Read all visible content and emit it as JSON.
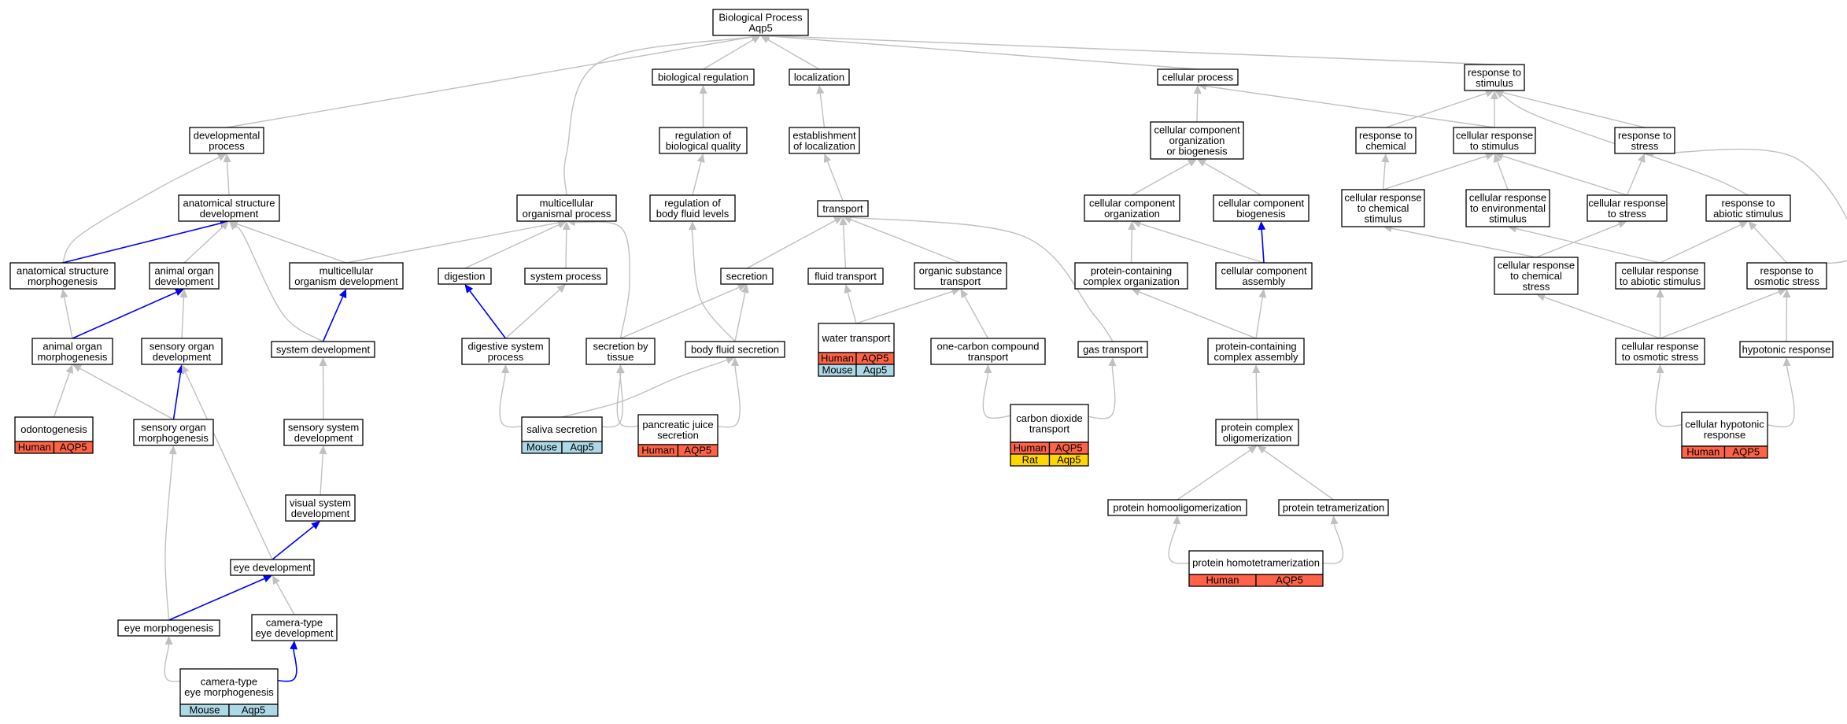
{
  "colors": {
    "gray_edge": "#c0c0c0",
    "blue_edge": "#0000ff",
    "human": "#ff6347",
    "mouse": "#add8e6",
    "rat": "#ffd700"
  },
  "nodes": [
    {
      "id": "bp",
      "lines": [
        "Biological Process",
        "Aqp5"
      ]
    },
    {
      "id": "biological-regulation",
      "lines": [
        "biological regulation"
      ]
    },
    {
      "id": "localization",
      "lines": [
        "localization"
      ]
    },
    {
      "id": "cellular-process",
      "lines": [
        "cellular process"
      ]
    },
    {
      "id": "response-to-stimulus",
      "lines": [
        "response to",
        "stimulus"
      ]
    },
    {
      "id": "developmental-process",
      "lines": [
        "developmental",
        "process"
      ]
    },
    {
      "id": "regulation-of-biological-quality",
      "lines": [
        "regulation of",
        "biological quality"
      ]
    },
    {
      "id": "establishment-of-localization",
      "lines": [
        "establishment",
        "of localization"
      ]
    },
    {
      "id": "ccob",
      "lines": [
        "cellular component",
        "organization",
        "or biogenesis"
      ]
    },
    {
      "id": "response-to-chemical",
      "lines": [
        "response to",
        "chemical"
      ]
    },
    {
      "id": "cellular-response-to-stimulus",
      "lines": [
        "cellular response",
        "to stimulus"
      ]
    },
    {
      "id": "response-to-stress",
      "lines": [
        "response to",
        "stress"
      ]
    },
    {
      "id": "anatomical-structure-development",
      "lines": [
        "anatomical structure",
        "development"
      ]
    },
    {
      "id": "multicellular-organismal-process",
      "lines": [
        "multicellular",
        "organismal process"
      ]
    },
    {
      "id": "regulation-of-body-fluid-levels",
      "lines": [
        "regulation of",
        "body fluid levels"
      ]
    },
    {
      "id": "transport",
      "lines": [
        "transport"
      ]
    },
    {
      "id": "cellular-component-organization",
      "lines": [
        "cellular component",
        "organization"
      ]
    },
    {
      "id": "cellular-component-biogenesis",
      "lines": [
        "cellular component",
        "biogenesis"
      ]
    },
    {
      "id": "cellular-response-to-chemical-stimulus",
      "lines": [
        "cellular response",
        "to chemical",
        "stimulus"
      ]
    },
    {
      "id": "cellular-response-to-environmental-stimulus",
      "lines": [
        "cellular response",
        "to environmental",
        "stimulus"
      ]
    },
    {
      "id": "cellular-response-to-stress",
      "lines": [
        "cellular response",
        "to stress"
      ]
    },
    {
      "id": "response-to-abiotic-stimulus",
      "lines": [
        "response to",
        "abiotic stimulus"
      ]
    },
    {
      "id": "anatomical-structure-morphogenesis",
      "lines": [
        "anatomical structure",
        "morphogenesis"
      ]
    },
    {
      "id": "animal-organ-development",
      "lines": [
        "animal organ",
        "development"
      ]
    },
    {
      "id": "multicellular-organism-development",
      "lines": [
        "multicellular",
        "organism development"
      ]
    },
    {
      "id": "digestion",
      "lines": [
        "digestion"
      ]
    },
    {
      "id": "system-process",
      "lines": [
        "system process"
      ]
    },
    {
      "id": "secretion",
      "lines": [
        "secretion"
      ]
    },
    {
      "id": "fluid-transport",
      "lines": [
        "fluid transport"
      ]
    },
    {
      "id": "organic-substance-transport",
      "lines": [
        "organic substance",
        "transport"
      ]
    },
    {
      "id": "protein-containing-complex-organization",
      "lines": [
        "protein-containing",
        "complex organization"
      ]
    },
    {
      "id": "cellular-component-assembly",
      "lines": [
        "cellular component",
        "assembly"
      ]
    },
    {
      "id": "cellular-response-to-chemical-stress",
      "lines": [
        "cellular response",
        "to chemical",
        "stress"
      ]
    },
    {
      "id": "cellular-response-to-abiotic-stimulus",
      "lines": [
        "cellular response",
        "to abiotic stimulus"
      ]
    },
    {
      "id": "response-to-osmotic-stress",
      "lines": [
        "response to",
        "osmotic stress"
      ]
    },
    {
      "id": "animal-organ-morphogenesis",
      "lines": [
        "animal organ",
        "morphogenesis"
      ]
    },
    {
      "id": "sensory-organ-development",
      "lines": [
        "sensory organ",
        "development"
      ]
    },
    {
      "id": "system-development",
      "lines": [
        "system development"
      ]
    },
    {
      "id": "digestive-system-process",
      "lines": [
        "digestive system",
        "process"
      ]
    },
    {
      "id": "secretion-by-tissue",
      "lines": [
        "secretion by",
        "tissue"
      ]
    },
    {
      "id": "body-fluid-secretion",
      "lines": [
        "body fluid secretion"
      ]
    },
    {
      "id": "water-transport",
      "lines": [
        "water transport"
      ],
      "genes": [
        {
          "species": "Human",
          "gene": "AQP5",
          "color": "human"
        },
        {
          "species": "Mouse",
          "gene": "Aqp5",
          "color": "mouse"
        }
      ]
    },
    {
      "id": "one-carbon-compound-transport",
      "lines": [
        "one-carbon compound",
        "transport"
      ]
    },
    {
      "id": "gas-transport",
      "lines": [
        "gas transport"
      ]
    },
    {
      "id": "protein-containing-complex-assembly",
      "lines": [
        "protein-containing",
        "complex assembly"
      ]
    },
    {
      "id": "cellular-response-to-osmotic-stress",
      "lines": [
        "cellular response",
        "to osmotic stress"
      ]
    },
    {
      "id": "hypotonic-response",
      "lines": [
        "hypotonic response"
      ]
    },
    {
      "id": "odontogenesis",
      "lines": [
        "odontogenesis"
      ],
      "genes": [
        {
          "species": "Human",
          "gene": "AQP5",
          "color": "human"
        }
      ]
    },
    {
      "id": "sensory-organ-morphogenesis",
      "lines": [
        "sensory organ",
        "morphogenesis"
      ]
    },
    {
      "id": "sensory-system-development",
      "lines": [
        "sensory system",
        "development"
      ]
    },
    {
      "id": "saliva-secretion",
      "lines": [
        "saliva secretion"
      ],
      "genes": [
        {
          "species": "Mouse",
          "gene": "Aqp5",
          "color": "mouse"
        }
      ]
    },
    {
      "id": "pancreatic-juice-secretion",
      "lines": [
        "pancreatic juice",
        "secretion"
      ],
      "genes": [
        {
          "species": "Human",
          "gene": "AQP5",
          "color": "human"
        }
      ]
    },
    {
      "id": "carbon-dioxide-transport",
      "lines": [
        "carbon dioxide",
        "transport"
      ],
      "genes": [
        {
          "species": "Human",
          "gene": "AQP5",
          "color": "human"
        },
        {
          "species": "Rat",
          "gene": "Aqp5",
          "color": "rat"
        }
      ]
    },
    {
      "id": "protein-complex-oligomerization",
      "lines": [
        "protein complex",
        "oligomerization"
      ]
    },
    {
      "id": "cellular-hypotonic-response",
      "lines": [
        "cellular hypotonic",
        "response"
      ],
      "genes": [
        {
          "species": "Human",
          "gene": "AQP5",
          "color": "human"
        }
      ]
    },
    {
      "id": "visual-system-development",
      "lines": [
        "visual system",
        "development"
      ]
    },
    {
      "id": "eye-development",
      "lines": [
        "eye development"
      ]
    },
    {
      "id": "protein-homooligomerization",
      "lines": [
        "protein homooligomerization"
      ]
    },
    {
      "id": "protein-tetramerization",
      "lines": [
        "protein tetramerization"
      ]
    },
    {
      "id": "protein-homotetramerization",
      "lines": [
        "protein homotetramerization"
      ],
      "genes": [
        {
          "species": "Human",
          "gene": "AQP5",
          "color": "human"
        }
      ]
    },
    {
      "id": "eye-morphogenesis",
      "lines": [
        "eye morphogenesis"
      ]
    },
    {
      "id": "camera-type-eye-development",
      "lines": [
        "camera-type",
        "eye development"
      ]
    },
    {
      "id": "camera-type-eye-morphogenesis",
      "lines": [
        "camera-type",
        "eye morphogenesis"
      ],
      "genes": [
        {
          "species": "Mouse",
          "gene": "Aqp5",
          "color": "mouse"
        }
      ]
    }
  ],
  "edges": [
    {
      "from": "biological-regulation",
      "to": "bp",
      "kind": "is_a"
    },
    {
      "from": "localization",
      "to": "bp",
      "kind": "is_a"
    },
    {
      "from": "cellular-process",
      "to": "bp",
      "kind": "is_a"
    },
    {
      "from": "response-to-stimulus",
      "to": "bp",
      "kind": "is_a"
    },
    {
      "from": "developmental-process",
      "to": "bp",
      "kind": "is_a"
    },
    {
      "from": "multicellular-organismal-process",
      "to": "bp",
      "kind": "is_a"
    },
    {
      "from": "regulation-of-biological-quality",
      "to": "biological-regulation",
      "kind": "is_a"
    },
    {
      "from": "establishment-of-localization",
      "to": "localization",
      "kind": "is_a"
    },
    {
      "from": "ccob",
      "to": "cellular-process",
      "kind": "is_a"
    },
    {
      "from": "cellular-response-to-stimulus",
      "to": "cellular-process",
      "kind": "is_a"
    },
    {
      "from": "response-to-chemical",
      "to": "response-to-stimulus",
      "kind": "is_a"
    },
    {
      "from": "cellular-response-to-stimulus",
      "to": "response-to-stimulus",
      "kind": "is_a"
    },
    {
      "from": "response-to-stress",
      "to": "response-to-stimulus",
      "kind": "is_a"
    },
    {
      "from": "response-to-abiotic-stimulus",
      "to": "response-to-stimulus",
      "kind": "is_a"
    },
    {
      "from": "anatomical-structure-development",
      "to": "developmental-process",
      "kind": "is_a"
    },
    {
      "from": "anatomical-structure-morphogenesis",
      "to": "developmental-process",
      "kind": "is_a"
    },
    {
      "from": "regulation-of-body-fluid-levels",
      "to": "regulation-of-biological-quality",
      "kind": "is_a"
    },
    {
      "from": "transport",
      "to": "establishment-of-localization",
      "kind": "is_a"
    },
    {
      "from": "cellular-component-organization",
      "to": "ccob",
      "kind": "is_a"
    },
    {
      "from": "cellular-component-biogenesis",
      "to": "ccob",
      "kind": "is_a"
    },
    {
      "from": "cellular-response-to-chemical-stimulus",
      "to": "cellular-response-to-stimulus",
      "kind": "is_a"
    },
    {
      "from": "cellular-response-to-environmental-stimulus",
      "to": "cellular-response-to-stimulus",
      "kind": "is_a"
    },
    {
      "from": "cellular-response-to-stress",
      "to": "cellular-response-to-stimulus",
      "kind": "is_a"
    },
    {
      "from": "cellular-response-to-chemical-stimulus",
      "to": "response-to-chemical",
      "kind": "is_a"
    },
    {
      "from": "cellular-response-to-stress",
      "to": "response-to-stress",
      "kind": "is_a"
    },
    {
      "from": "response-to-osmotic-stress",
      "to": "response-to-stress",
      "kind": "is_a"
    },
    {
      "from": "anatomical-structure-morphogenesis",
      "to": "anatomical-structure-development",
      "kind": "part_of"
    },
    {
      "from": "animal-organ-development",
      "to": "anatomical-structure-development",
      "kind": "is_a"
    },
    {
      "from": "multicellular-organism-development",
      "to": "anatomical-structure-development",
      "kind": "is_a"
    },
    {
      "from": "system-development",
      "to": "anatomical-structure-development",
      "kind": "is_a"
    },
    {
      "from": "multicellular-organism-development",
      "to": "multicellular-organismal-process",
      "kind": "is_a"
    },
    {
      "from": "digestion",
      "to": "multicellular-organismal-process",
      "kind": "is_a"
    },
    {
      "from": "system-process",
      "to": "multicellular-organismal-process",
      "kind": "is_a"
    },
    {
      "from": "secretion-by-tissue",
      "to": "multicellular-organismal-process",
      "kind": "is_a"
    },
    {
      "from": "body-fluid-secretion",
      "to": "regulation-of-body-fluid-levels",
      "kind": "is_a"
    },
    {
      "from": "secretion",
      "to": "transport",
      "kind": "is_a"
    },
    {
      "from": "fluid-transport",
      "to": "transport",
      "kind": "is_a"
    },
    {
      "from": "organic-substance-transport",
      "to": "transport",
      "kind": "is_a"
    },
    {
      "from": "gas-transport",
      "to": "transport",
      "kind": "is_a"
    },
    {
      "from": "protein-containing-complex-organization",
      "to": "cellular-component-organization",
      "kind": "is_a"
    },
    {
      "from": "cellular-component-assembly",
      "to": "cellular-component-organization",
      "kind": "is_a"
    },
    {
      "from": "cellular-component-assembly",
      "to": "cellular-component-biogenesis",
      "kind": "part_of"
    },
    {
      "from": "cellular-response-to-chemical-stress",
      "to": "cellular-response-to-chemical-stimulus",
      "kind": "is_a"
    },
    {
      "from": "cellular-response-to-abiotic-stimulus",
      "to": "cellular-response-to-environmental-stimulus",
      "kind": "is_a"
    },
    {
      "from": "cellular-response-to-chemical-stress",
      "to": "cellular-response-to-stress",
      "kind": "is_a"
    },
    {
      "from": "cellular-response-to-abiotic-stimulus",
      "to": "response-to-abiotic-stimulus",
      "kind": "is_a"
    },
    {
      "from": "response-to-osmotic-stress",
      "to": "response-to-abiotic-stimulus",
      "kind": "is_a"
    },
    {
      "from": "animal-organ-morphogenesis",
      "to": "anatomical-structure-morphogenesis",
      "kind": "is_a"
    },
    {
      "from": "animal-organ-morphogenesis",
      "to": "animal-organ-development",
      "kind": "part_of"
    },
    {
      "from": "sensory-organ-development",
      "to": "animal-organ-development",
      "kind": "is_a"
    },
    {
      "from": "system-development",
      "to": "multicellular-organism-development",
      "kind": "part_of"
    },
    {
      "from": "digestive-system-process",
      "to": "digestion",
      "kind": "part_of"
    },
    {
      "from": "digestive-system-process",
      "to": "system-process",
      "kind": "is_a"
    },
    {
      "from": "secretion-by-tissue",
      "to": "secretion",
      "kind": "is_a"
    },
    {
      "from": "body-fluid-secretion",
      "to": "secretion",
      "kind": "is_a"
    },
    {
      "from": "water-transport",
      "to": "fluid-transport",
      "kind": "is_a"
    },
    {
      "from": "water-transport",
      "to": "organic-substance-transport",
      "kind": "is_a"
    },
    {
      "from": "one-carbon-compound-transport",
      "to": "organic-substance-transport",
      "kind": "is_a"
    },
    {
      "from": "protein-containing-complex-assembly",
      "to": "protein-containing-complex-organization",
      "kind": "is_a"
    },
    {
      "from": "protein-containing-complex-assembly",
      "to": "cellular-component-assembly",
      "kind": "is_a"
    },
    {
      "from": "cellular-response-to-osmotic-stress",
      "to": "cellular-response-to-chemical-stress",
      "kind": "is_a"
    },
    {
      "from": "cellular-response-to-osmotic-stress",
      "to": "cellular-response-to-abiotic-stimulus",
      "kind": "is_a"
    },
    {
      "from": "cellular-response-to-osmotic-stress",
      "to": "response-to-osmotic-stress",
      "kind": "is_a"
    },
    {
      "from": "hypotonic-response",
      "to": "response-to-osmotic-stress",
      "kind": "is_a"
    },
    {
      "from": "odontogenesis",
      "to": "animal-organ-morphogenesis",
      "kind": "is_a"
    },
    {
      "from": "sensory-organ-morphogenesis",
      "to": "animal-organ-morphogenesis",
      "kind": "is_a"
    },
    {
      "from": "sensory-organ-morphogenesis",
      "to": "sensory-organ-development",
      "kind": "part_of"
    },
    {
      "from": "sensory-system-development",
      "to": "system-development",
      "kind": "is_a"
    },
    {
      "from": "saliva-secretion",
      "to": "digestive-system-process",
      "kind": "is_a"
    },
    {
      "from": "saliva-secretion",
      "to": "secretion-by-tissue",
      "kind": "is_a"
    },
    {
      "from": "saliva-secretion",
      "to": "body-fluid-secretion",
      "kind": "is_a"
    },
    {
      "from": "pancreatic-juice-secretion",
      "to": "secretion-by-tissue",
      "kind": "is_a"
    },
    {
      "from": "pancreatic-juice-secretion",
      "to": "body-fluid-secretion",
      "kind": "is_a"
    },
    {
      "from": "carbon-dioxide-transport",
      "to": "one-carbon-compound-transport",
      "kind": "is_a"
    },
    {
      "from": "carbon-dioxide-transport",
      "to": "gas-transport",
      "kind": "is_a"
    },
    {
      "from": "protein-complex-oligomerization",
      "to": "protein-containing-complex-assembly",
      "kind": "is_a"
    },
    {
      "from": "cellular-hypotonic-response",
      "to": "cellular-response-to-osmotic-stress",
      "kind": "is_a"
    },
    {
      "from": "cellular-hypotonic-response",
      "to": "hypotonic-response",
      "kind": "is_a"
    },
    {
      "from": "visual-system-development",
      "to": "sensory-system-development",
      "kind": "is_a"
    },
    {
      "from": "eye-development",
      "to": "visual-system-development",
      "kind": "part_of"
    },
    {
      "from": "eye-development",
      "to": "sensory-organ-development",
      "kind": "is_a"
    },
    {
      "from": "protein-homooligomerization",
      "to": "protein-complex-oligomerization",
      "kind": "is_a"
    },
    {
      "from": "protein-tetramerization",
      "to": "protein-complex-oligomerization",
      "kind": "is_a"
    },
    {
      "from": "protein-homotetramerization",
      "to": "protein-homooligomerization",
      "kind": "is_a"
    },
    {
      "from": "protein-homotetramerization",
      "to": "protein-tetramerization",
      "kind": "is_a"
    },
    {
      "from": "eye-morphogenesis",
      "to": "eye-development",
      "kind": "part_of"
    },
    {
      "from": "eye-morphogenesis",
      "to": "sensory-organ-morphogenesis",
      "kind": "is_a"
    },
    {
      "from": "camera-type-eye-development",
      "to": "eye-development",
      "kind": "is_a"
    },
    {
      "from": "camera-type-eye-morphogenesis",
      "to": "eye-morphogenesis",
      "kind": "is_a"
    },
    {
      "from": "camera-type-eye-morphogenesis",
      "to": "camera-type-eye-development",
      "kind": "part_of"
    }
  ]
}
